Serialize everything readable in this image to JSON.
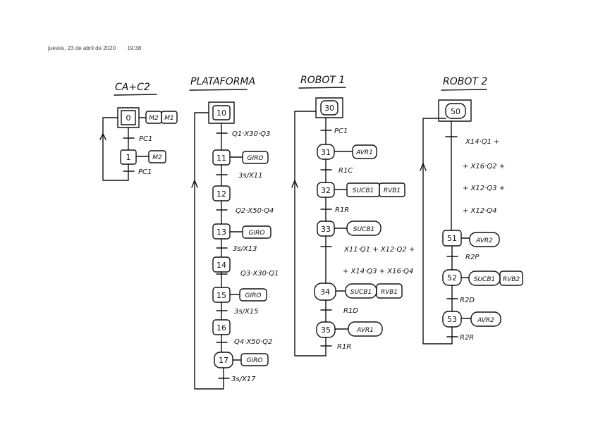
{
  "header": {
    "date": "jueves, 23 de abril de 2020",
    "time": "19:38"
  },
  "columns": [
    {
      "id": "cadena",
      "title": "CA+C2",
      "steps": [
        {
          "num": "0",
          "initial": true,
          "actions": [
            "M2",
            "M1"
          ]
        },
        {
          "num": "1",
          "initial": false,
          "actions": [
            "M2"
          ]
        }
      ],
      "transitions": [
        "PC1",
        "PC1"
      ]
    },
    {
      "id": "plataforma",
      "title": "PLATAFORMA",
      "steps": [
        {
          "num": "10",
          "initial": true,
          "actions": []
        },
        {
          "num": "11",
          "initial": false,
          "actions": [
            "GIRO"
          ]
        },
        {
          "num": "12",
          "initial": false,
          "actions": []
        },
        {
          "num": "13",
          "initial": false,
          "actions": [
            "GIRO"
          ]
        },
        {
          "num": "14",
          "initial": false,
          "actions": []
        },
        {
          "num": "15",
          "initial": false,
          "actions": [
            "GIRO"
          ]
        },
        {
          "num": "16",
          "initial": false,
          "actions": []
        },
        {
          "num": "17",
          "initial": false,
          "actions": [
            "GIRO"
          ]
        }
      ],
      "transitions": [
        "Q1·X30·Q3",
        "3s/X11",
        "Q2·X50·Q4",
        "3s/X13",
        "Q3·X30·Q1",
        "3s/X15",
        "Q4·X50·Q2",
        "3s/X17"
      ]
    },
    {
      "id": "robot1",
      "title": "ROBOT 1",
      "steps": [
        {
          "num": "30",
          "initial": true,
          "actions": []
        },
        {
          "num": "31",
          "initial": false,
          "actions": [
            "AVR1"
          ]
        },
        {
          "num": "32",
          "initial": false,
          "actions": [
            "SUCB1",
            "RVB1"
          ]
        },
        {
          "num": "33",
          "initial": false,
          "actions": [
            "SUCB1"
          ]
        },
        {
          "num": "34",
          "initial": false,
          "actions": [
            "SUCB1",
            "RVB1"
          ]
        },
        {
          "num": "35",
          "initial": false,
          "actions": [
            "AVR1"
          ]
        }
      ],
      "transitions": [
        "PC1",
        "R1C",
        "R1R",
        "X11·Q1 + X12·Q2 +",
        "+ X14·Q3 + X16·Q4",
        "R1D",
        "R1R"
      ]
    },
    {
      "id": "robot2",
      "title": "ROBOT 2",
      "steps": [
        {
          "num": "50",
          "initial": true,
          "actions": []
        },
        {
          "num": "51",
          "initial": false,
          "actions": [
            "AVR2"
          ]
        },
        {
          "num": "52",
          "initial": false,
          "actions": [
            "SUCB1",
            "RVB2"
          ]
        },
        {
          "num": "53",
          "initial": false,
          "actions": [
            "AVR2"
          ]
        }
      ],
      "transitions": [
        "X14·Q1 +",
        "+ X16·Q2 +",
        "+ X12·Q3 +",
        "+ X12·Q4",
        "R2P",
        "R2D",
        "R2R"
      ]
    }
  ]
}
